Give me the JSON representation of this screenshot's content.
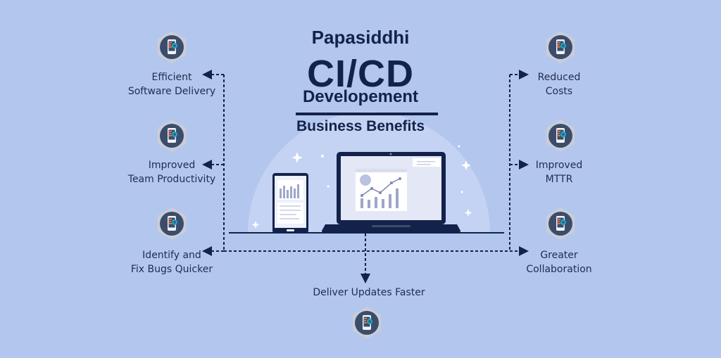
{
  "title": {
    "line1": "Papasiddhi",
    "line2": "CI/CD",
    "line3": "Developement",
    "line4": "Business Benefits"
  },
  "benefits": {
    "left_top": {
      "line1": "Efficient",
      "line2": "Software Delivery",
      "icon": "mobile-gear-icon"
    },
    "left_middle": {
      "line1": "Improved",
      "line2": "Team Productivity",
      "icon": "mobile-gear-icon"
    },
    "left_bottom": {
      "line1": "Identify and",
      "line2": "Fix Bugs Quicker",
      "icon": "mobile-gear-icon"
    },
    "right_top": {
      "line1": "Reduced",
      "line2": "Costs",
      "icon": "mobile-gear-icon"
    },
    "right_middle": {
      "line1": "Improved",
      "line2": "MTTR",
      "icon": "mobile-gear-icon"
    },
    "right_bottom": {
      "line1": "Greater",
      "line2": "Collaboration",
      "icon": "mobile-gear-icon"
    },
    "bottom": {
      "line1": "Deliver Updates Faster",
      "icon": "mobile-gear-icon"
    }
  },
  "colors": {
    "background": "#b3c6ee",
    "dark": "#13224a",
    "hex_badge": "#c7cbd6",
    "icon_circle": "#3b4d6b",
    "gear": "#1fa6c8"
  }
}
